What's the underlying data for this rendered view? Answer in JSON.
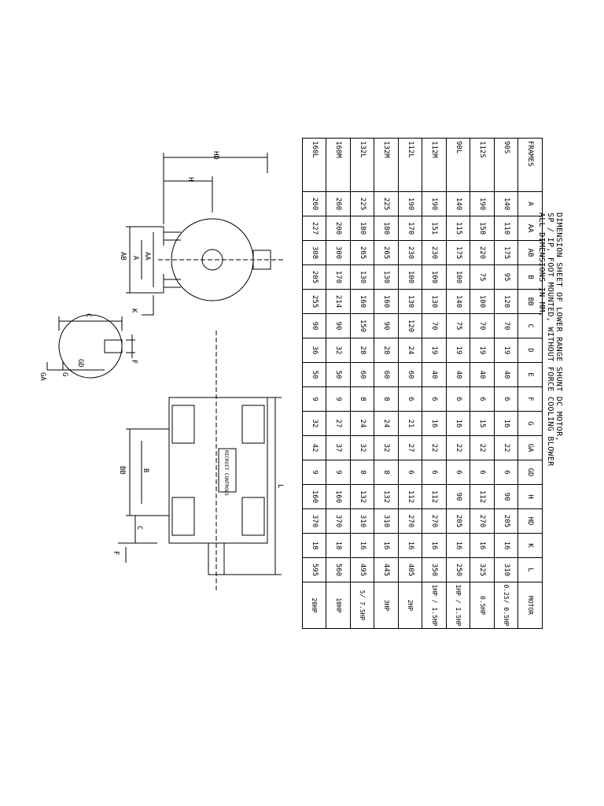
{
  "title": {
    "line1": "DIMENSION SHEET OF LOWER RANGE SHUNT DC MOTOR,",
    "line2": "SP / IP, FOOT MOUNTED, WITHOUT FORCE COOLING BLOWER",
    "line3": "ALL DIMENSIONS IN MM."
  },
  "table": {
    "headers": [
      "FRAMES",
      "A",
      "AA",
      "AB",
      "B",
      "BB",
      "C",
      "D",
      "E",
      "F",
      "G",
      "GA",
      "GD",
      "H",
      "HD",
      "K",
      "L",
      "MOTOR"
    ],
    "rows": [
      [
        "90S",
        "140",
        "110",
        "175",
        "95",
        "120",
        "70",
        "19",
        "40",
        "6",
        "16",
        "22",
        "6",
        "90",
        "205",
        "16",
        "310",
        "0.25/ 0.5HP"
      ],
      [
        "112S",
        "190",
        "158",
        "220",
        "75",
        "100",
        "70",
        "19",
        "40",
        "6",
        "15",
        "22",
        "6",
        "112",
        "270",
        "16",
        "325",
        "0.5HP"
      ],
      [
        "90L",
        "140",
        "115",
        "175",
        "100",
        "140",
        "75",
        "19",
        "40",
        "6",
        "16",
        "22",
        "6",
        "90",
        "205",
        "16",
        "250",
        "1HP / 1.5HP"
      ],
      [
        "112M",
        "190",
        "151",
        "230",
        "100",
        "130",
        "70",
        "19",
        "40",
        "6",
        "16",
        "22",
        "6",
        "112",
        "270",
        "16",
        "350",
        "1HP / 1.5HP"
      ],
      [
        "112L",
        "190",
        "170",
        "230",
        "100",
        "130",
        "120",
        "24",
        "60",
        "6",
        "21",
        "27",
        "6",
        "112",
        "270",
        "16",
        "405",
        "2HP"
      ],
      [
        "132M",
        "225",
        "180",
        "265",
        "130",
        "160",
        "90",
        "28",
        "60",
        "8",
        "24",
        "32",
        "8",
        "132",
        "310",
        "16",
        "445",
        "3HP"
      ],
      [
        "132L",
        "225",
        "180",
        "265",
        "130",
        "160",
        "150",
        "28",
        "60",
        "8",
        "24",
        "32",
        "8",
        "132",
        "310",
        "16",
        "495",
        "5/ 7.5HP"
      ],
      [
        "160M",
        "260",
        "200",
        "300",
        "170",
        "214",
        "90",
        "32",
        "50",
        "9",
        "27",
        "37",
        "9",
        "160",
        "370",
        "18",
        "560",
        "10HP"
      ],
      [
        "160L",
        "260",
        "227",
        "308",
        "205",
        "255",
        "90",
        "36",
        "50",
        "9",
        "32",
        "42",
        "9",
        "160",
        "370",
        "18",
        "595",
        "20HP"
      ]
    ]
  },
  "drawing": {
    "labels": {
      "hd": "HD",
      "h": "H",
      "aa": "AA",
      "a": "A",
      "ab": "AB",
      "k": "K",
      "c_shaft": "C",
      "f_shaft": "F",
      "gd": "GD",
      "g": "G",
      "ga": "GA",
      "l": "L",
      "b": "B",
      "bb": "BB",
      "c": "C",
      "f": "F",
      "controls": "MICROIT CONTROLS"
    }
  }
}
